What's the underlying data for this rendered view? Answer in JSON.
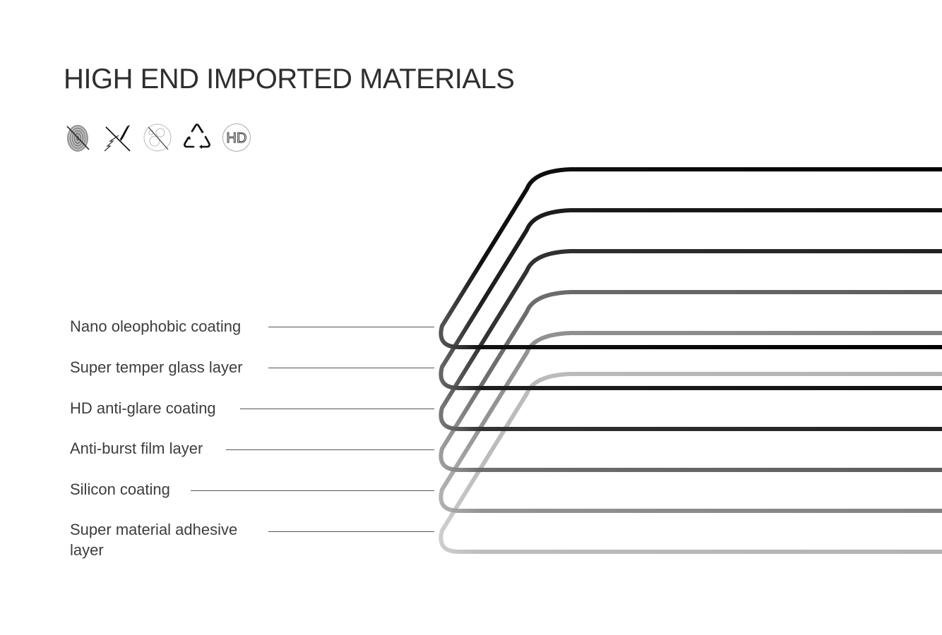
{
  "title": "HIGH END IMPORTED MATERIALS",
  "icons": [
    {
      "name": "anti-fingerprint-icon"
    },
    {
      "name": "anti-scratch-icon"
    },
    {
      "name": "anti-bubble-icon"
    },
    {
      "name": "recycle-icon"
    },
    {
      "name": "hd-icon",
      "text": "HD"
    }
  ],
  "layers": [
    {
      "label": "Nano oleophobic coating",
      "color": "#111111"
    },
    {
      "label": "Super temper glass layer",
      "color": "#1e1e1e"
    },
    {
      "label": "HD anti-glare coating",
      "color": "#2c2c2c"
    },
    {
      "label": "Anti-burst film layer",
      "color": "#5a5a5a"
    },
    {
      "label": "Silicon coating",
      "color": "#8a8a8a"
    },
    {
      "label": "Super material adhesive layer",
      "color": "#b5b5b5"
    }
  ]
}
